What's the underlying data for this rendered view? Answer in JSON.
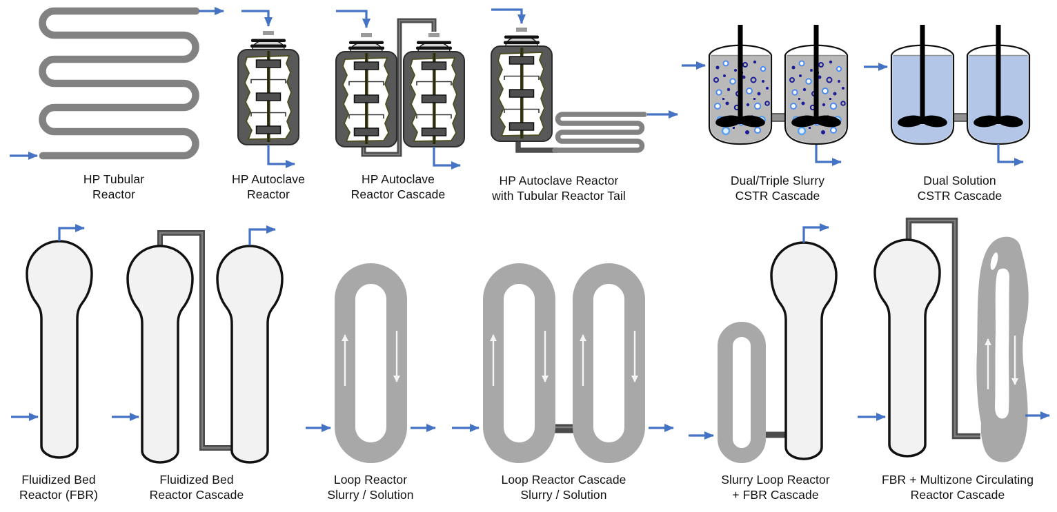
{
  "figure": {
    "description_labels_only": true,
    "colors": {
      "arrow_blue": "#4472C4",
      "coil_gray": "#828282",
      "loop_gray": "#A8A8A8",
      "pipe_dark": "#4D4D4D",
      "autoclave_shell_gray": "#595959",
      "autoclave_interior": "#FFFFFF",
      "slurry_liquid_gray": "#B9B9B9",
      "solution_liquid_blue": "#B4C6E7",
      "fbr_fill": "#F2F2F2",
      "outline_black": "#1A1A1A",
      "bubble_navy": "#1B1B96",
      "bubble_light_blue": "#4D8AF0",
      "loop_arrow_white": "#F5F5F5"
    }
  },
  "reactors": [
    {
      "id": "hp-tubular",
      "label": "HP Tubular\nReactor"
    },
    {
      "id": "hp-autoclave",
      "label": "HP Autoclave\nReactor"
    },
    {
      "id": "hp-autoclave-cascade",
      "label": "HP Autoclave\nReactor Cascade"
    },
    {
      "id": "hp-autoclave-tail",
      "label": "HP Autoclave Reactor\nwith Tubular Reactor Tail"
    },
    {
      "id": "slurry-cstr-cascade",
      "label": "Dual/Triple Slurry\nCSTR Cascade"
    },
    {
      "id": "solution-cstr-cascade",
      "label": "Dual Solution\nCSTR Cascade"
    },
    {
      "id": "fbr",
      "label": "Fluidized Bed\nReactor (FBR)"
    },
    {
      "id": "fbr-cascade",
      "label": "Fluidized Bed\nReactor Cascade"
    },
    {
      "id": "loop-reactor",
      "label": "Loop Reactor\nSlurry / Solution"
    },
    {
      "id": "loop-reactor-cascade",
      "label": "Loop Reactor Cascade\nSlurry / Solution"
    },
    {
      "id": "slurry-loop-fbr-cascade",
      "label": "Slurry Loop Reactor\n+ FBR Cascade"
    },
    {
      "id": "fbr-mzcr-cascade",
      "label": "FBR + Multizone Circulating\nReactor Cascade"
    }
  ]
}
